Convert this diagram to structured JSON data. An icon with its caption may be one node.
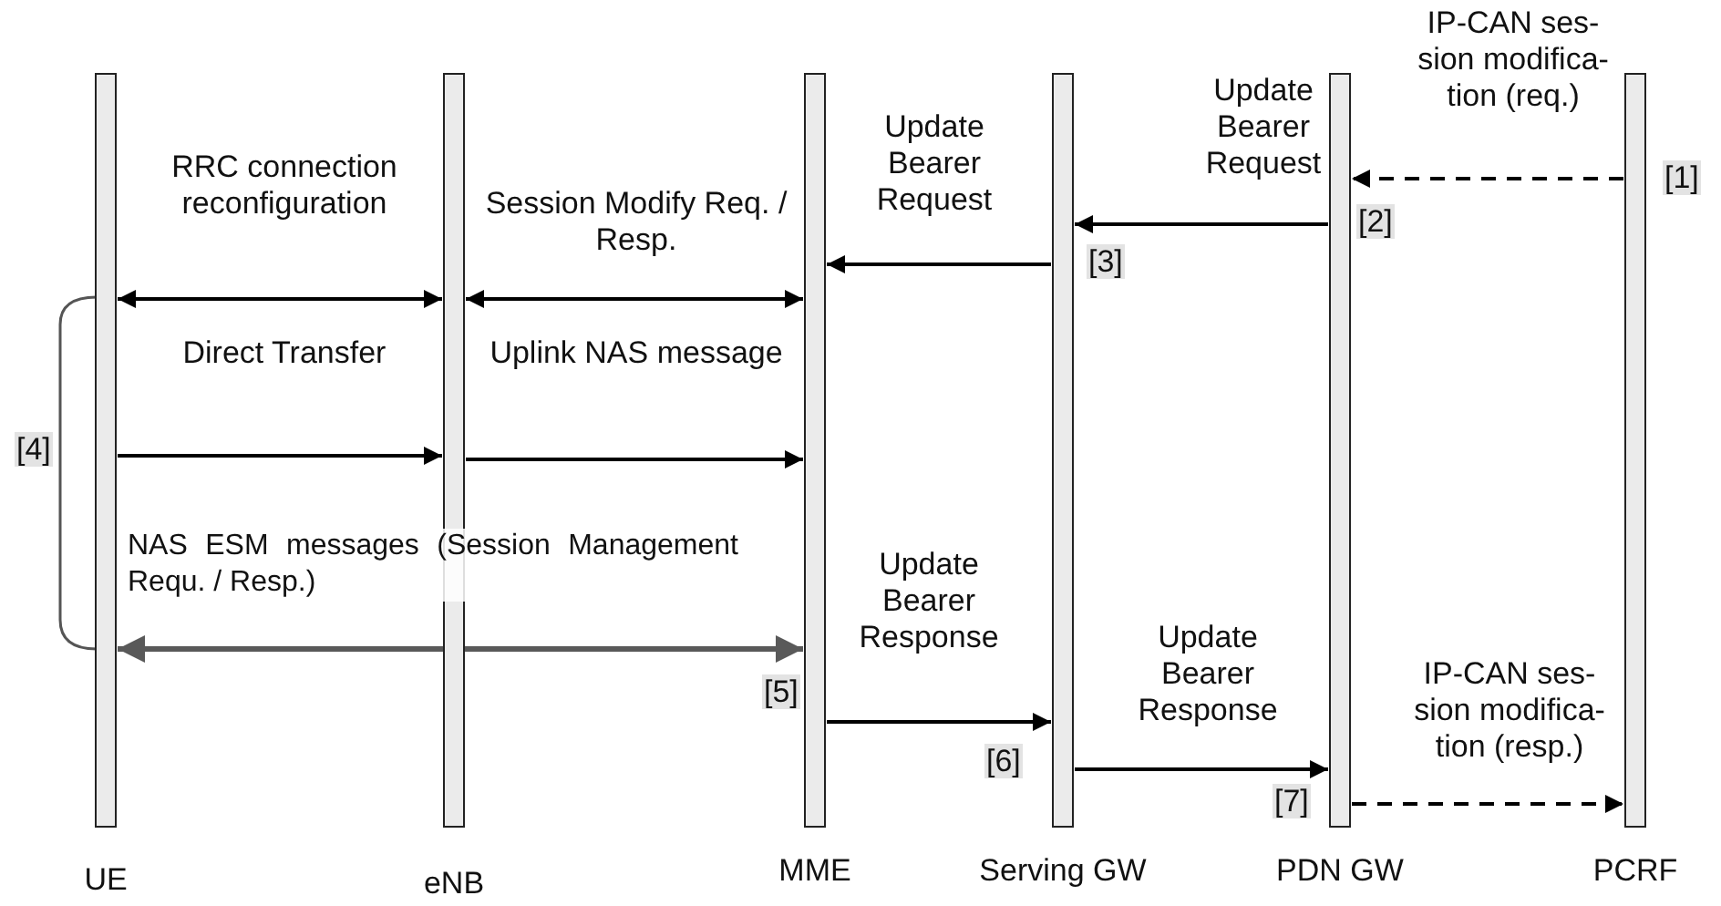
{
  "diagram": {
    "nodes": [
      {
        "text": [
          "UE"
        ]
      },
      {
        "text": [
          "eNB"
        ]
      },
      {
        "text": [
          "MME"
        ]
      },
      {
        "text": [
          "Serving GW"
        ]
      },
      {
        "text": [
          "PDN GW"
        ]
      },
      {
        "text": [
          "PCRF"
        ]
      }
    ],
    "edges": [
      {
        "from": 5,
        "to": 4,
        "arrow": "to",
        "style": "dashed",
        "label": "IP-CAN ses- sion modifica- tion (req.)"
      },
      {
        "from": 4,
        "to": 3,
        "arrow": "to",
        "label": "Update Bearer Request"
      },
      {
        "from": 3,
        "to": 2,
        "arrow": "to",
        "label": "Update Bearer Request"
      },
      {
        "from": 1,
        "to": 2,
        "arrow": "both",
        "label": "Session Modify Req. / Resp."
      },
      {
        "from": 0,
        "to": 1,
        "arrow": "both",
        "label": "RRC connection reconfiguration"
      },
      {
        "from": 0,
        "to": 1,
        "arrow": "to",
        "label": "Direct Transfer"
      },
      {
        "from": 1,
        "to": 2,
        "arrow": "to",
        "label": "Uplink NAS message"
      },
      {
        "from": 0,
        "to": 2,
        "arrow": "both",
        "color": "#595959",
        "label": "NAS ESM messages (Session Management Requ. / Resp.)"
      },
      {
        "from": 2,
        "to": 3,
        "arrow": "to",
        "label": "Update Bearer Response"
      },
      {
        "from": 3,
        "to": 4,
        "arrow": "to",
        "label": "Update Bearer Response"
      },
      {
        "from": 4,
        "to": 5,
        "arrow": "to",
        "style": "dashed",
        "label": "IP-CAN ses- sion modifica- tion (resp.)"
      }
    ],
    "labels": [
      "[1]",
      "[2]",
      "[3]",
      "[4]",
      "[5]",
      "[6]",
      "[7]"
    ]
  }
}
